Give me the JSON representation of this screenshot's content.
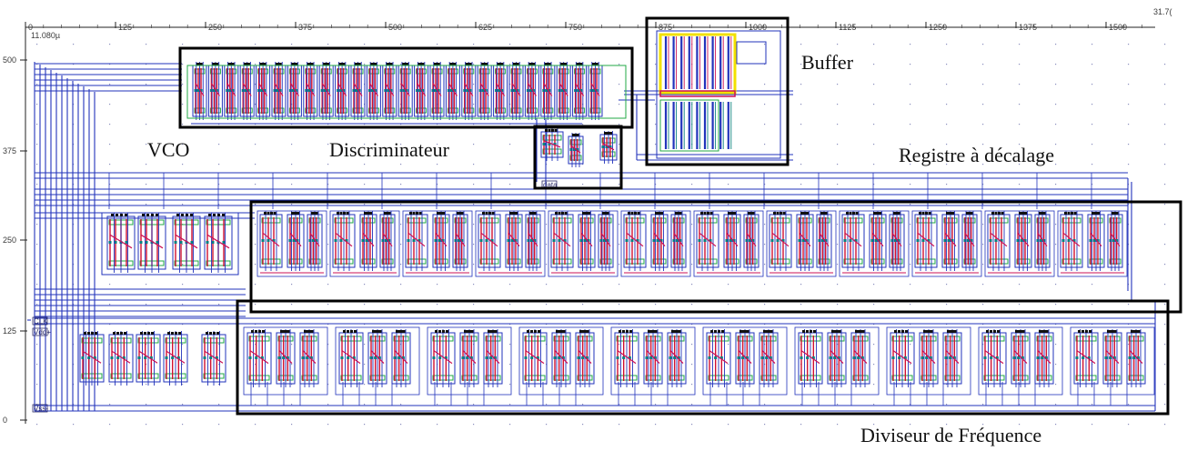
{
  "ruler": {
    "top_ticks": [
      "0",
      "125",
      "250",
      "375",
      "500",
      "625",
      "750",
      "875",
      "1000",
      "1125",
      "1250",
      "1375",
      "1500"
    ],
    "top_corner": "31.7(",
    "left_ticks": [
      "500",
      "375",
      "250",
      "125",
      "0"
    ],
    "measure": "11.080µ"
  },
  "labels": {
    "vco": "VCO",
    "discriminateur": "Discriminateur",
    "buffer": "Buffer",
    "registre": "Registre à décalage",
    "diviseur": "Diviseur de Fréquence"
  },
  "pins": [
    "CLK",
    "Vdd+",
    "Vss-",
    "data"
  ],
  "colors": {
    "metal1": "#2233bb",
    "metal2": "#cc1155",
    "poly": "#d01030",
    "diffusion": "#22aa44",
    "contact": "#0a7f7f",
    "highlight": "#f2e000",
    "frame": "#000000",
    "background": "#ffffff"
  }
}
